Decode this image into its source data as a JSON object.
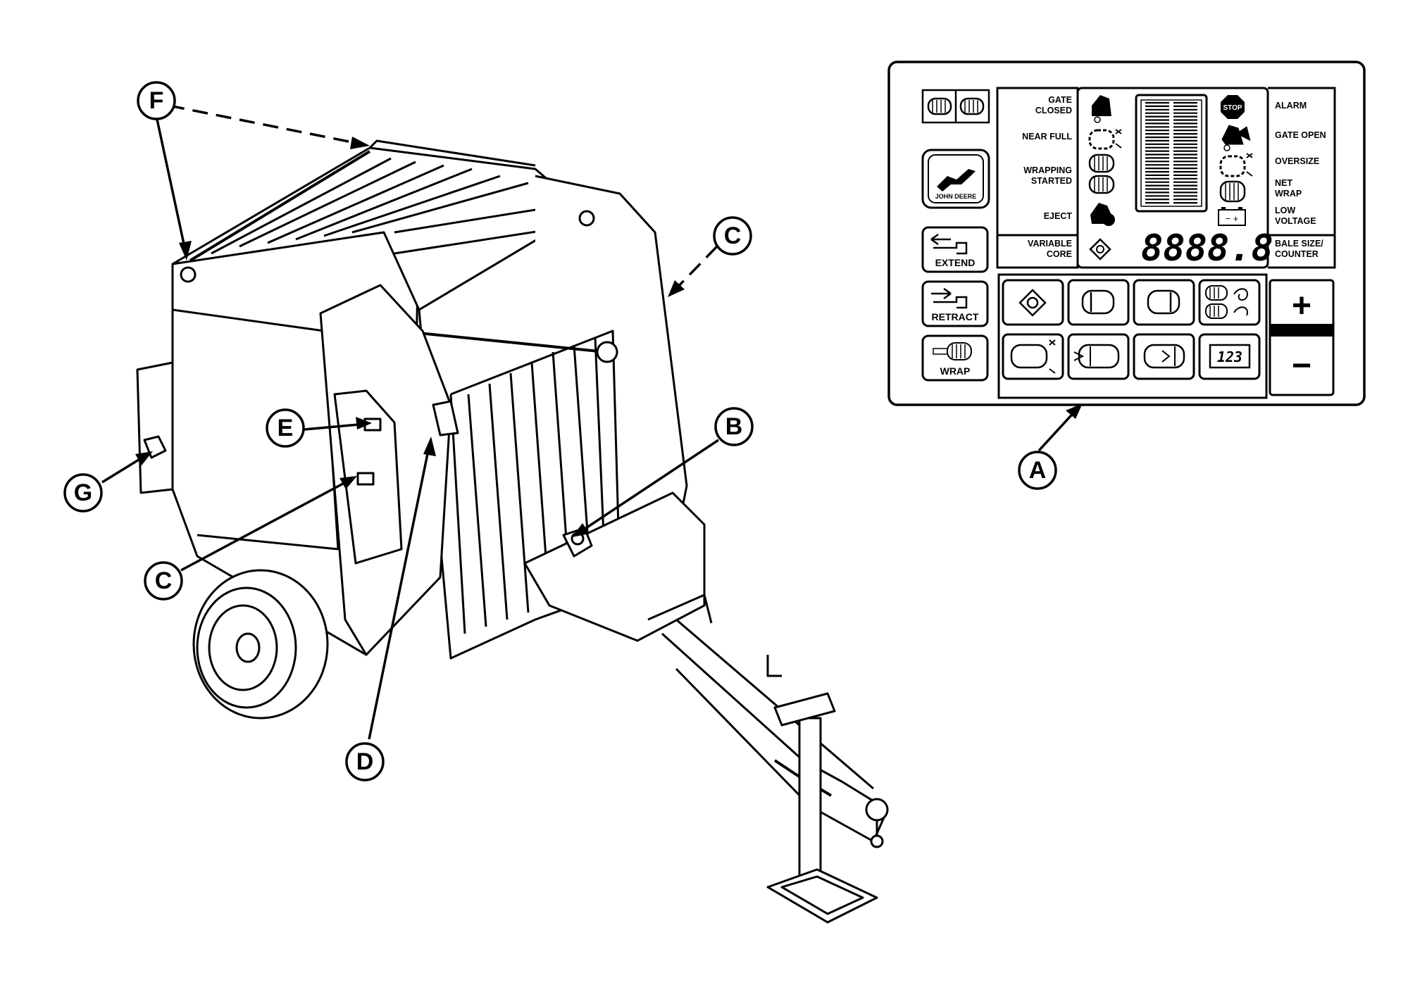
{
  "callouts": {
    "A": "A",
    "B": "B",
    "C_top": "C",
    "C_bottom": "C",
    "D": "D",
    "E": "E",
    "F": "F",
    "G": "G"
  },
  "panel": {
    "left_labels": {
      "gate_closed": [
        "GATE",
        "CLOSED"
      ],
      "near_full": "NEAR FULL",
      "wrapping_started": [
        "WRAPPING",
        "STARTED"
      ],
      "eject": "EJECT",
      "variable_core": [
        "VARIABLE",
        "CORE"
      ]
    },
    "right_labels": {
      "alarm": "ALARM",
      "gate_open": "GATE OPEN",
      "oversize": "OVERSIZE",
      "net_wrap": [
        "NET",
        "WRAP"
      ],
      "low_voltage": [
        "LOW",
        "VOLTAGE"
      ],
      "bale_size_counter": [
        "BALE SIZE/",
        "COUNTER"
      ]
    },
    "stop_text": "STOP",
    "display_digits": "8888.8",
    "logo_text": "JOHN DEERE",
    "buttons": {
      "extend": "EXTEND",
      "retract": "RETRACT",
      "wrap": "WRAP",
      "plus": "+",
      "minus": "−",
      "counter": "123"
    },
    "battery_signs": "− +"
  }
}
